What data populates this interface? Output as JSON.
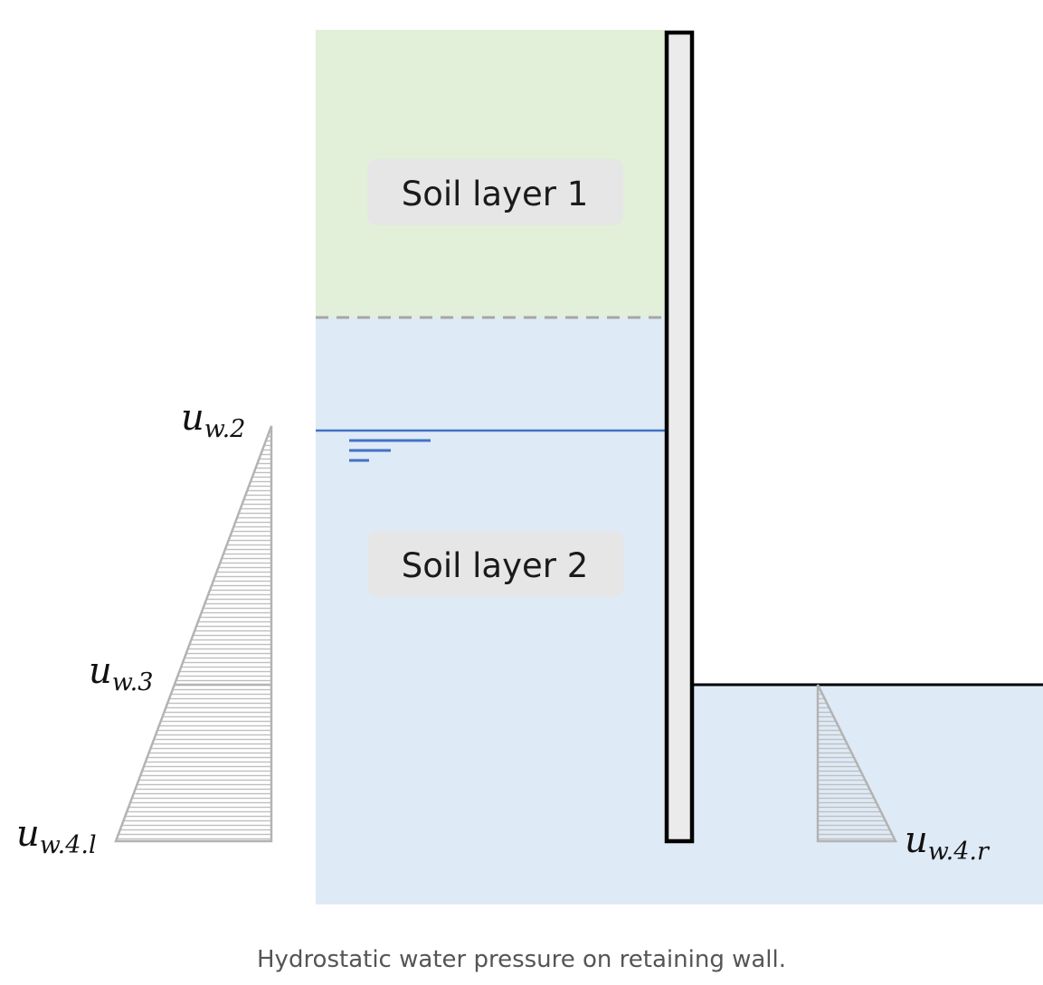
{
  "layers": {
    "layer1_label": "Soil layer 1",
    "layer2_label": "Soil layer 2"
  },
  "pressure_labels": {
    "uw2": {
      "main": "u",
      "sub": "w.2"
    },
    "uw3": {
      "main": "u",
      "sub": "w.3"
    },
    "uw4l": {
      "main": "u",
      "sub": "w.4.l"
    },
    "uw4r": {
      "main": "u",
      "sub": "w.4.r"
    }
  },
  "caption": "Hydrostatic water pressure on retaining wall.",
  "colors": {
    "soil_layer_1": "#e2efd9",
    "soil_layer_2": "#deeaf6",
    "water_table": "#4472c4",
    "wall_fill": "#ebebeb",
    "wall_stroke": "#000000",
    "label_box": "#e6e6e6",
    "pressure_outline": "#b3b3b3",
    "pressure_hatch": "#bfbfbf",
    "boundary_dash": "#a6a6a6"
  }
}
